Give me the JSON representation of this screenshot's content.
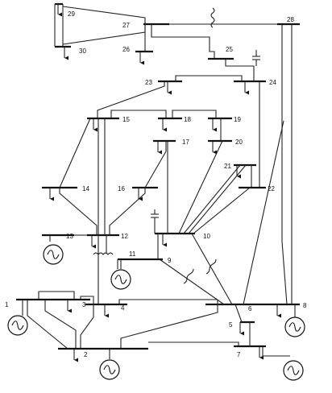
{
  "buses": [
    "1",
    "2",
    "3",
    "4",
    "5",
    "6",
    "7",
    "8",
    "9",
    "10",
    "11",
    "12",
    "13",
    "14",
    "15",
    "16",
    "17",
    "18",
    "19",
    "20",
    "21",
    "22",
    "23",
    "24",
    "25",
    "26",
    "27",
    "28",
    "29",
    "30"
  ]
}
